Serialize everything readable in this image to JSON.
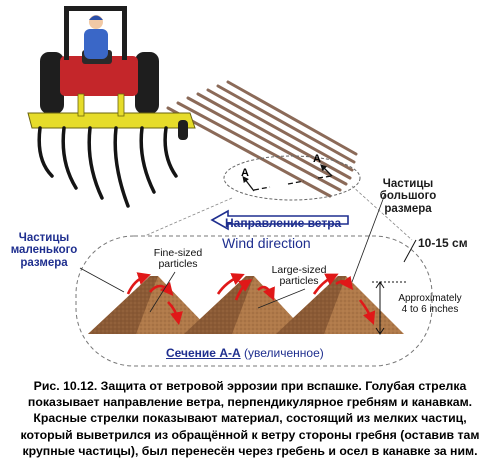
{
  "labels": {
    "arrow_a_left": "A",
    "arrow_a_right": "A",
    "large_particles_ru": [
      "Частицы",
      "большого",
      "размера"
    ],
    "small_particles_ru": [
      "Частицы",
      "маленького",
      "размера"
    ],
    "wind_direction_ru": "Направление ветра",
    "wind_direction_en": "Wind direction",
    "fine_sized_particles": [
      "Fine-sized",
      "particles"
    ],
    "large_sized_particles": [
      "Large-sized",
      "particles"
    ],
    "ridge_height_cm": "10-15 см",
    "ridge_height_in": [
      "Approximately",
      "4 to 6 inches"
    ],
    "section_title": "Сечение А-А",
    "section_note": "(увеличенное)"
  },
  "caption": [
    "Рис. 10.12. Защита от ветровой эррозии при вспашке. Голубая стрелка",
    "показывает направление ветра, перпендикулярное гребням и канавкам.",
    "Красные  стрелки показывают материал, состоящий из мелких частиц,",
    "который выветрился из обращённой к ветру стороны гребня (оставив там",
    "крупные частицы), был перенесён через гребень и осел в канавке за ним."
  ],
  "colors": {
    "wind_arrow": "#1f2f8f",
    "particle_arrows": "#e01818",
    "soil_windward": "#8a5a35",
    "soil_leeward": "#b07a4a",
    "tractor_body": "#c4262a",
    "frame": "#e6dc2a"
  }
}
